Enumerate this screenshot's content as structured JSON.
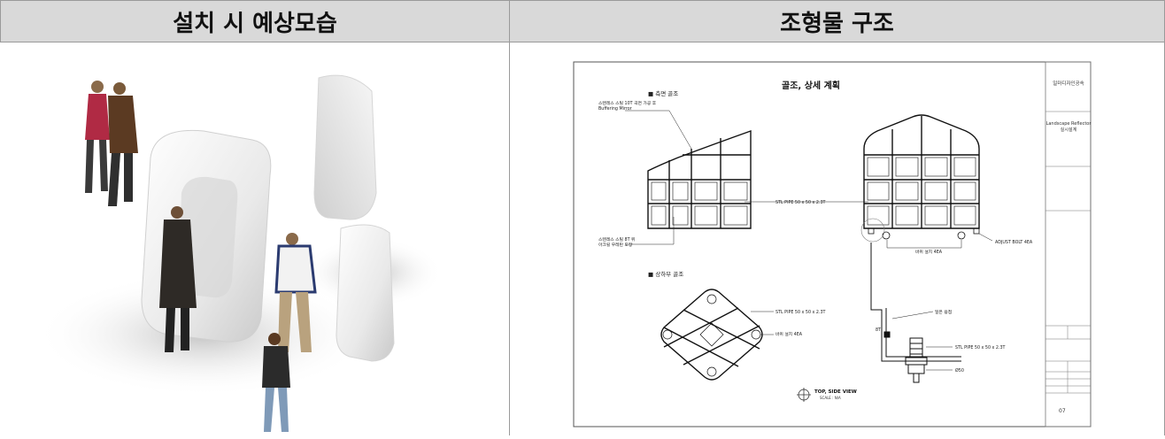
{
  "headers": {
    "left": "설치 시 예상모습",
    "right": "조형물 구조"
  },
  "drawing": {
    "title": "골조, 상세 계획",
    "section_side": "■ 측면 골조",
    "section_top": "■ 상하부 골조",
    "callout_mirror_1": "스텐레스 스틸 10T 곡면 가공 후",
    "callout_mirror_2": "Buffering Mirror",
    "callout_paint_1": "스텐레스 스틸 8T 위",
    "callout_paint_2": "아크릴 우레탄 도장",
    "pipe_label": "STL PIPE 50 x 50 x 2.3T",
    "pipe_label_top": "STL PIPE 50 x 50 x 2.3T",
    "pipe_label_detail": "STL PIPE 50 x 50 x 2.3T",
    "wheel_side": "바퀴 설치 4EA",
    "wheel_top": "바퀴 설치 4EA",
    "bolt": "ADJUST BOLT 4EA",
    "weld": "일은 용접",
    "thickness": "8T",
    "diameter": "Ø50",
    "view_title": "TOP, SIDE VIEW",
    "view_scale": "SCALE : N/A"
  },
  "title_block": {
    "company": "일마디자인공속",
    "project_1": "Landscape Reflector",
    "project_2": "실시설계",
    "page": "07"
  }
}
